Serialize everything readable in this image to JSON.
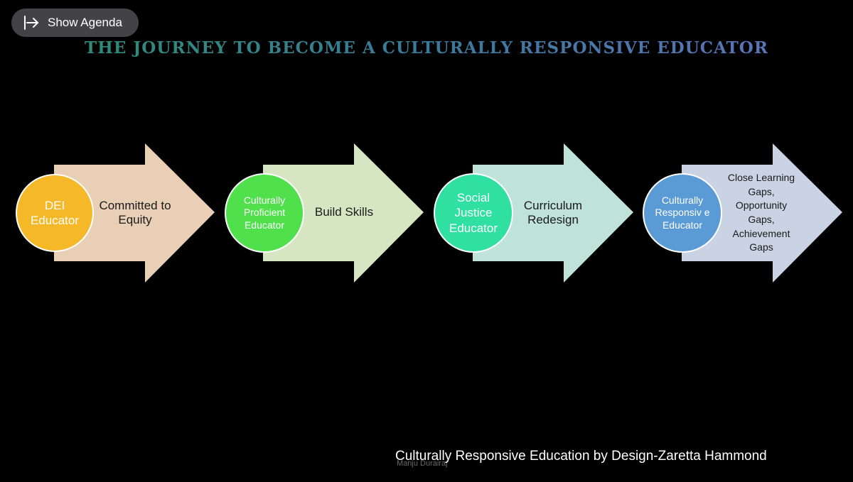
{
  "toolbar": {
    "agenda_label": "Show Agenda",
    "agenda_icon": "expand-panel-icon"
  },
  "slide": {
    "title": "THE JOURNEY TO BECOME A CULTURALLY RESPONSIVE EDUCATOR",
    "title_colors": [
      "#2e8c78",
      "#3a7a9a",
      "#5a74b8"
    ],
    "steps": [
      {
        "circle_label": "DEI Educator",
        "arrow_text": "Committed to Equity",
        "circle_color": "#f5b829",
        "arrow_color": "#e9cfb6"
      },
      {
        "circle_label": "Culturally Proficient Educator",
        "arrow_text": "Build Skills",
        "circle_color": "#4fe04b",
        "arrow_color": "#d6e6c2"
      },
      {
        "circle_label": "Social Justice Educator",
        "arrow_text": "Curriculum Redesign",
        "circle_color": "#2fe0a0",
        "arrow_color": "#bfe3d8"
      },
      {
        "circle_label": "Culturally Responsiv e Educator",
        "arrow_text": "Close Learning Gaps, Opportunity Gaps, Achievement Gaps",
        "circle_color": "#5b9bd5",
        "arrow_color": "#c9d3e3"
      }
    ],
    "credit": "Culturally Responsive Education by Design-Zaretta Hammond",
    "presenter_name": "Manju Durairaj"
  }
}
